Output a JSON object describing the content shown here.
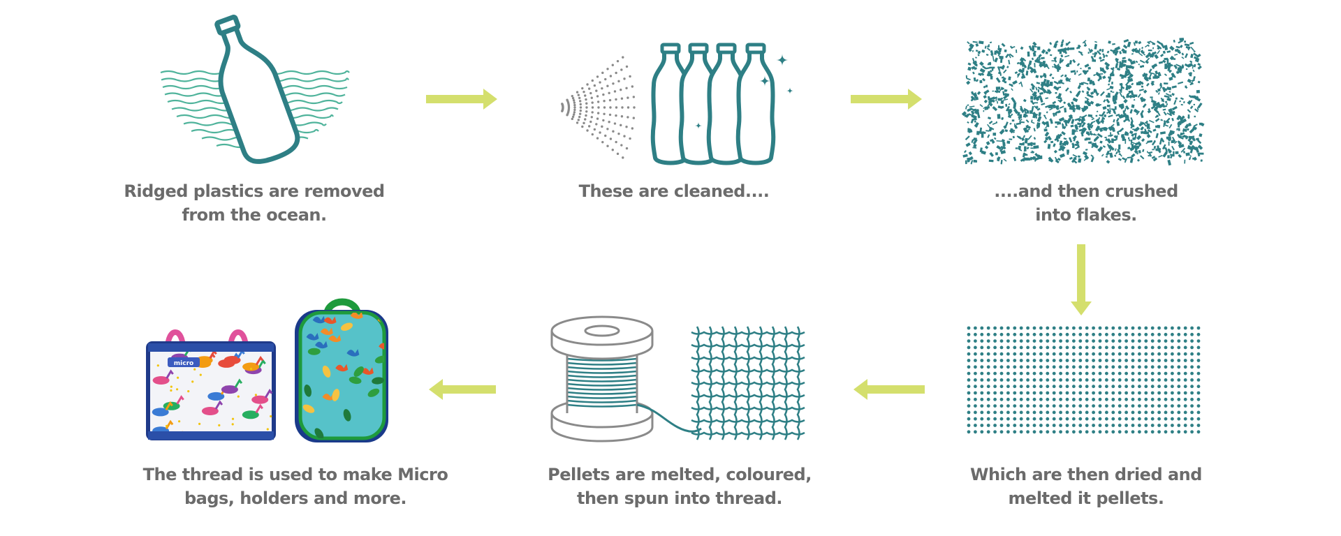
{
  "colors": {
    "teal": "#2e7f85",
    "teal_light": "#4fb39b",
    "arrow": "#d4df6d",
    "gray": "#8a8a8a",
    "text": "#6b6b6b"
  },
  "steps": [
    {
      "caption": "Ridged plastics  are removed\nfrom the ocean.",
      "icon": "bottle-in-ocean-icon"
    },
    {
      "caption": "These are cleaned....",
      "icon": "spray-cleaning-bottles-icon"
    },
    {
      "caption": "....and then crushed\ninto flakes.",
      "icon": "plastic-flakes-icon"
    },
    {
      "caption": "Which are then dried and\nmelted it pellets.",
      "icon": "pellets-icon"
    },
    {
      "caption": "Pellets are melted, coloured,\nthen spun into thread.",
      "icon": "thread-spool-weave-icon"
    },
    {
      "caption": "The thread is used to make Micro\nbags, holders and more.",
      "icon": "bags-products-icon"
    }
  ],
  "arrows": [
    {
      "from": 1,
      "to": 2,
      "direction": "right"
    },
    {
      "from": 2,
      "to": 3,
      "direction": "right"
    },
    {
      "from": 3,
      "to": 4,
      "direction": "down"
    },
    {
      "from": 4,
      "to": 5,
      "direction": "left"
    },
    {
      "from": 5,
      "to": 6,
      "direction": "left"
    }
  ],
  "products": {
    "holder_badge": "micro"
  }
}
